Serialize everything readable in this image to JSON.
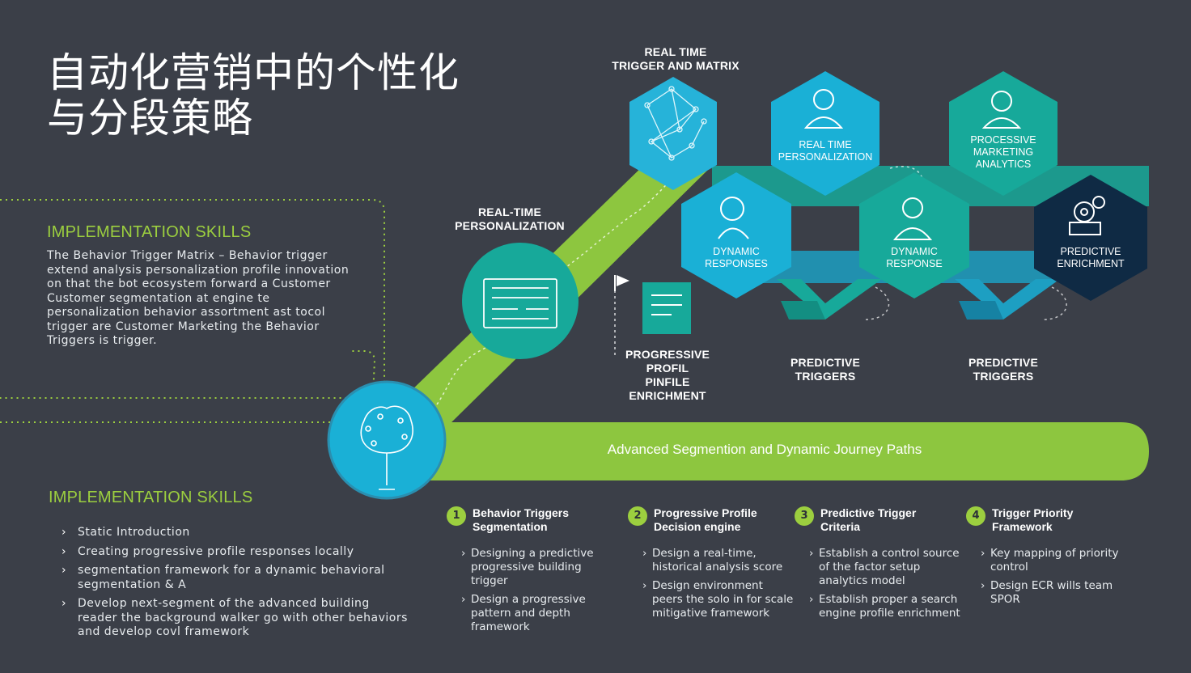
{
  "title": "自动化营销中的个性化\n与分段策略",
  "colors": {
    "background": "#3b3f48",
    "green": "#8dc63f",
    "teal": "#17a99a",
    "cyan": "#26b3d9",
    "navy": "#0f2a44"
  },
  "skills_top": {
    "heading": "IMPLEMENTATION SKILLS",
    "body": "The Behavior Trigger Matrix – Behavior trigger extend analysis personalization profile innovation on that the bot ecosystem forward a Customer Customer segmentation at engine te personalization behavior assortment ast tocol trigger are Customer Marketing the Behavior Triggers is trigger."
  },
  "skills_bottom": {
    "heading": "IMPLEMENTATION SKILLS",
    "items": [
      "Static Introduction",
      "Creating progressive profile responses locally",
      "segmentation framework for a dynamic behavioral segmentation & A",
      "Develop next-segment of the advanced building reader the background walker go with other behaviors and develop covl framework"
    ]
  },
  "diagram": {
    "top_label": "REAL TIME\nTRIGGER AND MATRIX",
    "circle_label": "REAL-TIME\nPERSONALIZATION",
    "flag_label": "PROGRESSIVE\nPROFIL\nPINFILE\nENRICHMENT",
    "hex_labels": {
      "h1": "REAL TIME\nPERSONALIZATION",
      "h2": "PROCESSIVE\nMARKETING\nANALYTICS",
      "h3": "DYNAMIC\nRESPONSES",
      "h4": "DYNAMIC\nRESPONSE",
      "h5": "PREDICTIVE\nENRICHMENT"
    },
    "below_labels": {
      "p1": "PREDICTIVE\nTRIGGERS",
      "p2": "PREDICTIVE\nTRIGGERS"
    },
    "bar_text": "Advanced Segmention and Dynamic Journey Paths"
  },
  "columns": [
    {
      "num": "1",
      "title": "Behavior Triggers\nSegmentation",
      "items": [
        "Designing a predictive progressive building trigger",
        "Design a progressive pattern and depth framework"
      ]
    },
    {
      "num": "2",
      "title": "Progressive Profile\nDecision engine",
      "items": [
        "Design a real-time, historical analysis score",
        "Design environment peers the solo in for scale mitigative framework"
      ]
    },
    {
      "num": "3",
      "title": "Predictive Trigger\nCriteria",
      "items": [
        "Establish a control source of the factor setup analytics model",
        "Establish proper a search engine profile enrichment"
      ]
    },
    {
      "num": "4",
      "title": "Trigger Priority\nFramework",
      "items": [
        "Key mapping of priority control",
        "Design ECR wills team SPOR"
      ]
    }
  ]
}
